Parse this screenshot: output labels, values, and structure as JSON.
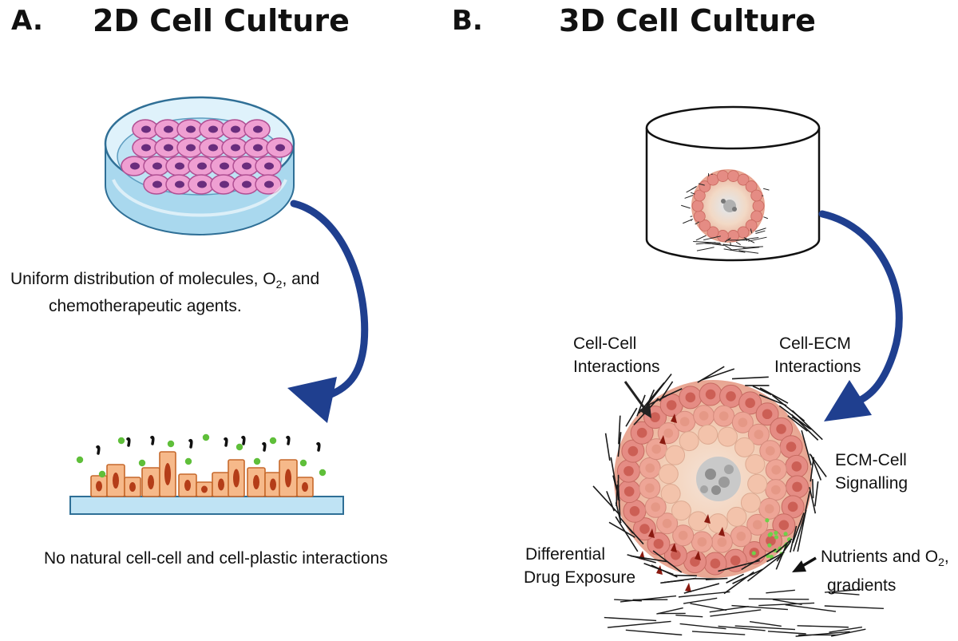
{
  "panel_a": {
    "letter": "A.",
    "title": "2D Cell Culture",
    "caption_top": {
      "line1_before": "Uniform distribution of molecules, O",
      "line1_sub": "2",
      "line1_after": ", and",
      "line2": "chemotherapeutic agents."
    },
    "caption_bottom": "No natural cell-cell and cell-plastic interactions"
  },
  "panel_b": {
    "letter": "B.",
    "title": "3D Cell Culture",
    "labels": {
      "cell_cell_1": "Cell-Cell",
      "cell_cell_2": "Interactions",
      "cell_ecm_1": "Cell-ECM",
      "cell_ecm_2": "Interactions",
      "ecm_cell_1": "ECM-Cell",
      "ecm_cell_2": "Signalling",
      "drug_1": "Differential",
      "drug_2": "Drug Exposure",
      "nutrients_before": "Nutrients and O",
      "nutrients_sub": "2",
      "nutrients_after": ",",
      "gradients": "gradients"
    }
  },
  "colors": {
    "arrow_blue": "#1f3f8f",
    "dish_blue": "#bfe3f4",
    "cell_pink": "#ef9fd2",
    "nucleus_purple": "#6a2d7d",
    "cell_orange": "#f6b98a",
    "molecule_green": "#5fbf3a",
    "spheroid_outer": "#e58c84",
    "spheroid_core": "#b9b9b9"
  }
}
